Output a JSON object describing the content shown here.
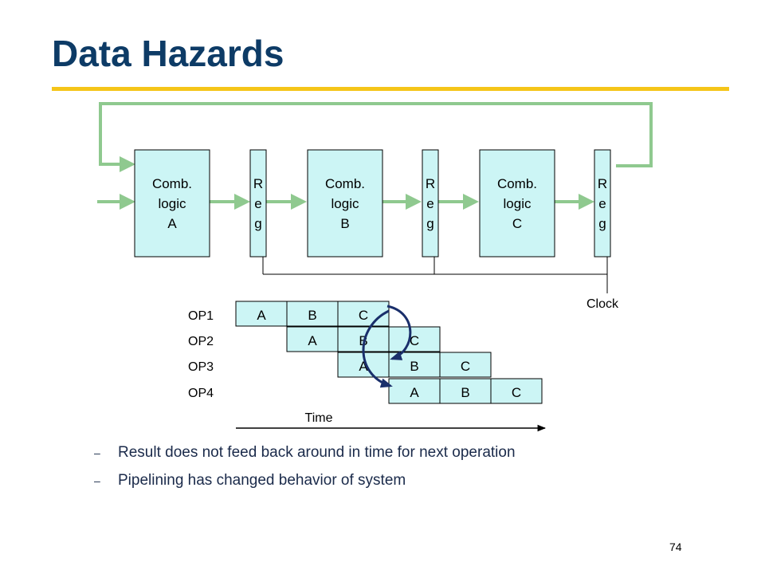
{
  "title": "Data Hazards",
  "blocks": {
    "comb_a": [
      "Comb.",
      "logic",
      "A"
    ],
    "comb_b": [
      "Comb.",
      "logic",
      "B"
    ],
    "comb_c": [
      "Comb.",
      "logic",
      "C"
    ],
    "reg_letters": [
      "R",
      "e",
      "g"
    ]
  },
  "clock_label": "Clock",
  "ops": {
    "labels": [
      "OP1",
      "OP2",
      "OP3",
      "OP4"
    ],
    "stages": [
      "A",
      "B",
      "C"
    ]
  },
  "time_label": "Time",
  "bullets": [
    "Result does not feed back around in time for next operation",
    "Pipelining has changed behavior of system"
  ],
  "bullet_marker": "–",
  "page_number": "74",
  "colors": {
    "title": "#0d3b66",
    "rule": "#f5c518",
    "block_fill": "#ccf5f5",
    "feedback_arrow": "#8fc98f",
    "hazard_arc": "#1a2f6b"
  }
}
